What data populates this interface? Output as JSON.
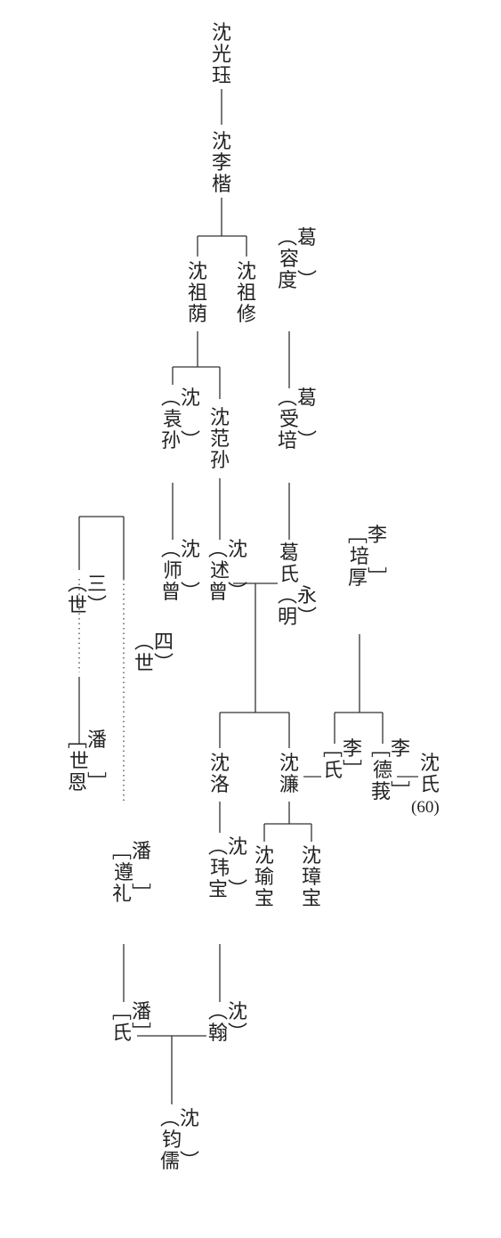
{
  "nodes": {
    "n1": "沈光珏",
    "n2": "沈李楷",
    "n3": "沈祖荫",
    "n4": "沈祖修",
    "n5": "︵葛容度︶",
    "n6": "︵沈袁孙︶",
    "n7": "沈范孙",
    "n8": "︵葛受培︶",
    "n9": "︵沈师曾︶",
    "n10": "︵沈述曾︶",
    "n11": "葛氏︵永明︶",
    "n12": "﹇李培厚﹈",
    "n13": "︵三世︶",
    "n14": "︵四世︶",
    "n15": "﹇潘世恩﹈",
    "n16": "沈洛",
    "n17": "沈濂",
    "n18": "﹇李氏﹈",
    "n19": "﹇李德莪﹈",
    "n20": "沈氏",
    "n21": "沈瑜宝",
    "n22": "沈璋宝",
    "n23": "﹇潘遵礼﹈",
    "n24": "︵沈玮宝︶",
    "n25": "﹇潘氏﹈",
    "n26": "︵沈翰︶",
    "n27": "︵沈钧儒︶"
  },
  "annotations": {
    "age": "(60)"
  }
}
